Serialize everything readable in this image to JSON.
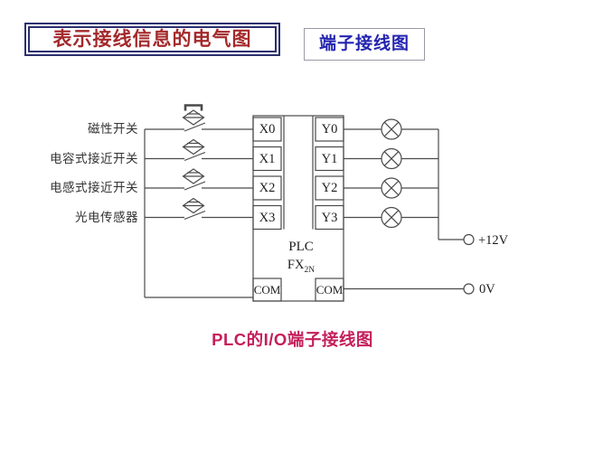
{
  "titles": {
    "main": "表示接线信息的电气图",
    "sub": "端子接线图"
  },
  "caption": "PLC的I/O端子接线图",
  "sensors": {
    "magnetic": "磁性开关",
    "capacitive": "电容式接近开关",
    "inductive": "电感式接近开关",
    "photoelectric": "光电传感器"
  },
  "plc": {
    "name": "PLC",
    "model_base": "FX",
    "model_sub": "2N",
    "inputs": [
      "X0",
      "X1",
      "X2",
      "X3"
    ],
    "outputs": [
      "Y0",
      "Y1",
      "Y2",
      "Y3"
    ],
    "com_left": "COM",
    "com_right": "COM"
  },
  "power": {
    "positive": "+12V",
    "ground": "0V"
  },
  "colors": {
    "main_title_text": "#a3292b",
    "main_title_border": "#2c2f6e",
    "sub_title_text": "#2424b0",
    "caption_text": "#c41f5a",
    "line": "#4a4a4a"
  }
}
